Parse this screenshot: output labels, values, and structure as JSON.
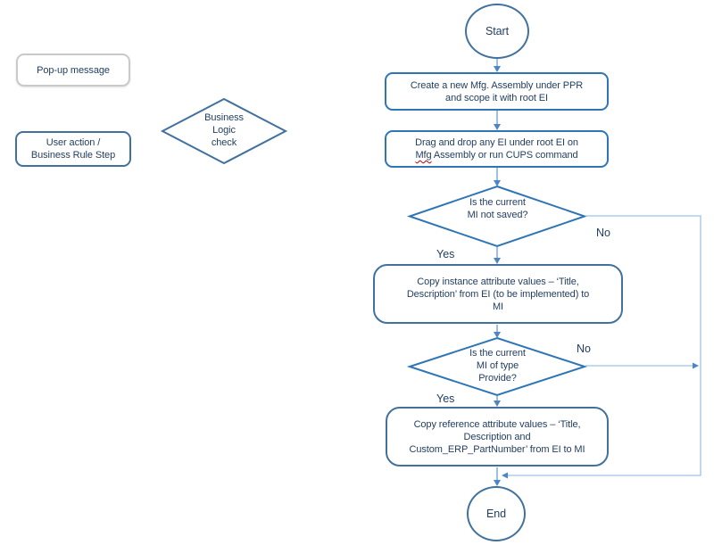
{
  "palette": {
    "box_border_blue": "#2e75b6",
    "round_border_blue": "#41719c",
    "connector_line": "#7fa9db",
    "arrowhead": "#4e86c4",
    "text": "#1f3c5f",
    "legend_popup_border": "#c9c9c9",
    "spellcheck_squiggle": "#c00000"
  },
  "legend": {
    "popup": {
      "label": "Pop-up message"
    },
    "user_action": {
      "lines": [
        "User action /",
        "Business Rule Step"
      ]
    },
    "logic_check": {
      "lines": [
        "Business",
        "Logic",
        "check"
      ]
    }
  },
  "flow": {
    "start": "Start",
    "step1": {
      "lines": [
        "Create a new Mfg. Assembly under PPR",
        "and scope it with root EI"
      ]
    },
    "step2": {
      "line1": "Drag and drop any EI under root EI on",
      "misspelled_word": "Mfg",
      "line2_rest": " Assembly or run CUPS command"
    },
    "decision1": {
      "lines": [
        "Is the current",
        "MI not saved?"
      ],
      "yes": "Yes",
      "no": "No"
    },
    "step3": {
      "lines": [
        "Copy instance attribute values – ‘Title,",
        "Description’ from EI (to be implemented)  to",
        "MI"
      ]
    },
    "decision2": {
      "lines": [
        "Is the current",
        "MI of type",
        "Provide?"
      ],
      "yes": "Yes",
      "no": "No"
    },
    "step4": {
      "lines": [
        "Copy reference attribute values – ‘Title,",
        "Description and",
        "Custom_ERP_PartNumber’ from EI to MI"
      ]
    },
    "end": "End"
  }
}
